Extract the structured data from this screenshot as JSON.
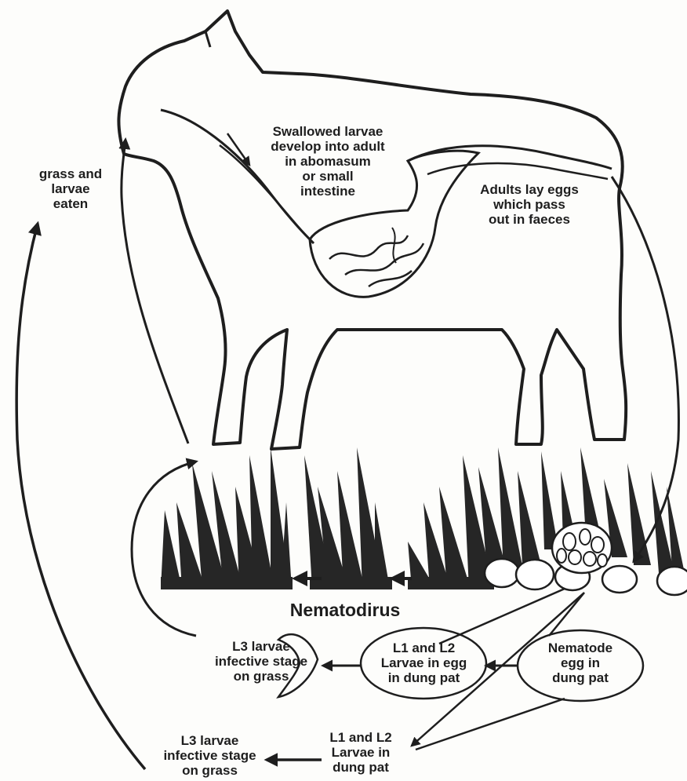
{
  "labels": {
    "grass_eaten": [
      "grass and",
      "larvae",
      "eaten"
    ],
    "swallowed": [
      "Swallowed larvae",
      "develop into adult",
      "in abomasum",
      "or small",
      "intestine"
    ],
    "adults_lay": [
      "Adults lay eggs",
      "which pass",
      "out in faeces"
    ],
    "genus": "Nematodirus",
    "l3_upper": [
      "L3 larvae",
      "infective stage",
      "on grass"
    ],
    "l1l2_egg": [
      "L1 and L2",
      "Larvae in egg",
      "in dung pat"
    ],
    "nematode_egg": [
      "Nematode",
      "egg in",
      "dung pat"
    ],
    "l3_lower": [
      "L3 larvae",
      "infective stage",
      "on grass"
    ],
    "l1l2_pat": [
      "L1 and L2",
      "Larvae in",
      "dung pat"
    ]
  },
  "colors": {
    "ink": "#1e1e1e",
    "paper": "#fdfdfb"
  }
}
